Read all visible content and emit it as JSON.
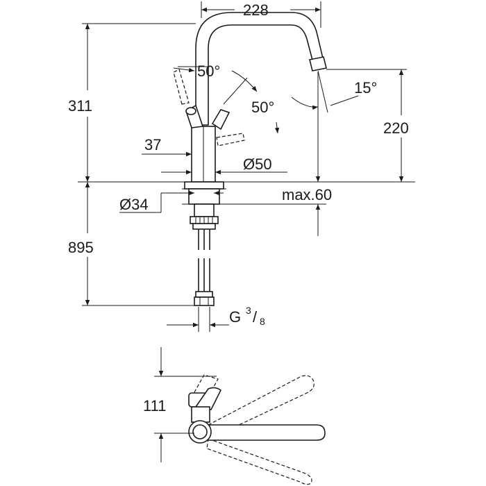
{
  "dimensions": {
    "spout_reach": "228",
    "total_height": "311",
    "outlet_height": "220",
    "supply_length": "895",
    "lever_offset": "37",
    "base_diameter": "Ø50",
    "shank_diameter": "Ø34",
    "max_thickness": "max.60",
    "connection_g": "G",
    "connection_numerator": "3",
    "connection_slash": "/",
    "connection_denominator": "8",
    "lever_swing": "111"
  },
  "angles": {
    "lever_left": "50°",
    "lever_right": "50°",
    "spout_tilt": "15°"
  }
}
